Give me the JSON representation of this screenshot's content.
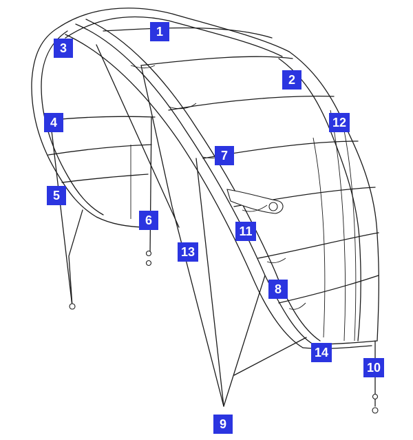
{
  "labels": {
    "l1": "1",
    "l2": "2",
    "l3": "3",
    "l4": "4",
    "l5": "5",
    "l6": "6",
    "l7": "7",
    "l8": "8",
    "l9": "9",
    "l10": "10",
    "l11": "11",
    "l12": "12",
    "l13": "13",
    "l14": "14"
  },
  "colors": {
    "callout_bg": "#2b35e0",
    "callout_text": "#ffffff",
    "line": "#1a1a1a"
  }
}
